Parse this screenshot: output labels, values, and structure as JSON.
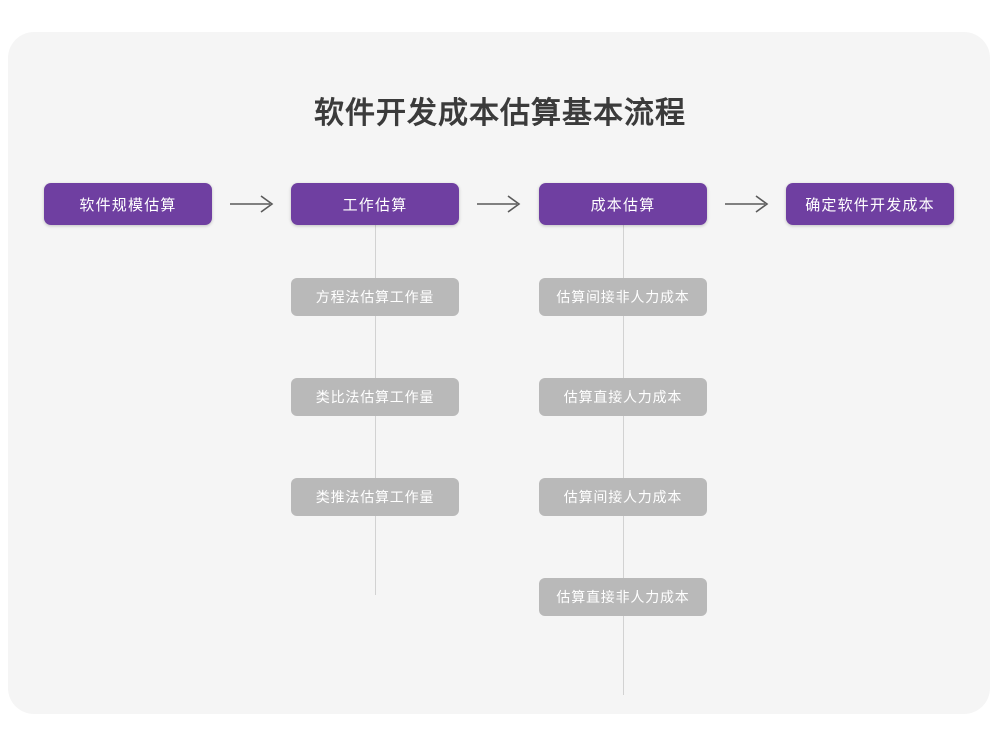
{
  "title": "软件开发成本估算基本流程",
  "colors": {
    "page_background": "#ffffff",
    "card_background": "#f5f5f5",
    "primary_node": "#6f3fa1",
    "sub_node": "#b9b9b9",
    "connector": "#d2d2d2",
    "title_text": "#3b3b3b",
    "node_text": "#ffffff",
    "arrow": "#5a5a5a"
  },
  "diagram": {
    "type": "flowchart",
    "orientation": "left-to-right with vertical sub-branches",
    "stages": [
      {
        "id": "stage-1",
        "label": "软件规模估算",
        "substeps": []
      },
      {
        "id": "stage-2",
        "label": "工作估算",
        "substeps": [
          "方程法估算工作量",
          "类比法估算工作量",
          "类推法估算工作量"
        ]
      },
      {
        "id": "stage-3",
        "label": "成本估算",
        "substeps": [
          "估算间接非人力成本",
          "估算直接人力成本",
          "估算间接人力成本",
          "估算直接非人力成本"
        ]
      },
      {
        "id": "stage-4",
        "label": "确定软件开发成本",
        "substeps": []
      }
    ],
    "connectors": [
      {
        "from": "stage-1",
        "to": "stage-2",
        "glyph": "arrow-right"
      },
      {
        "from": "stage-2",
        "to": "stage-3",
        "glyph": "arrow-right"
      },
      {
        "from": "stage-3",
        "to": "stage-4",
        "glyph": "arrow-right"
      }
    ]
  }
}
